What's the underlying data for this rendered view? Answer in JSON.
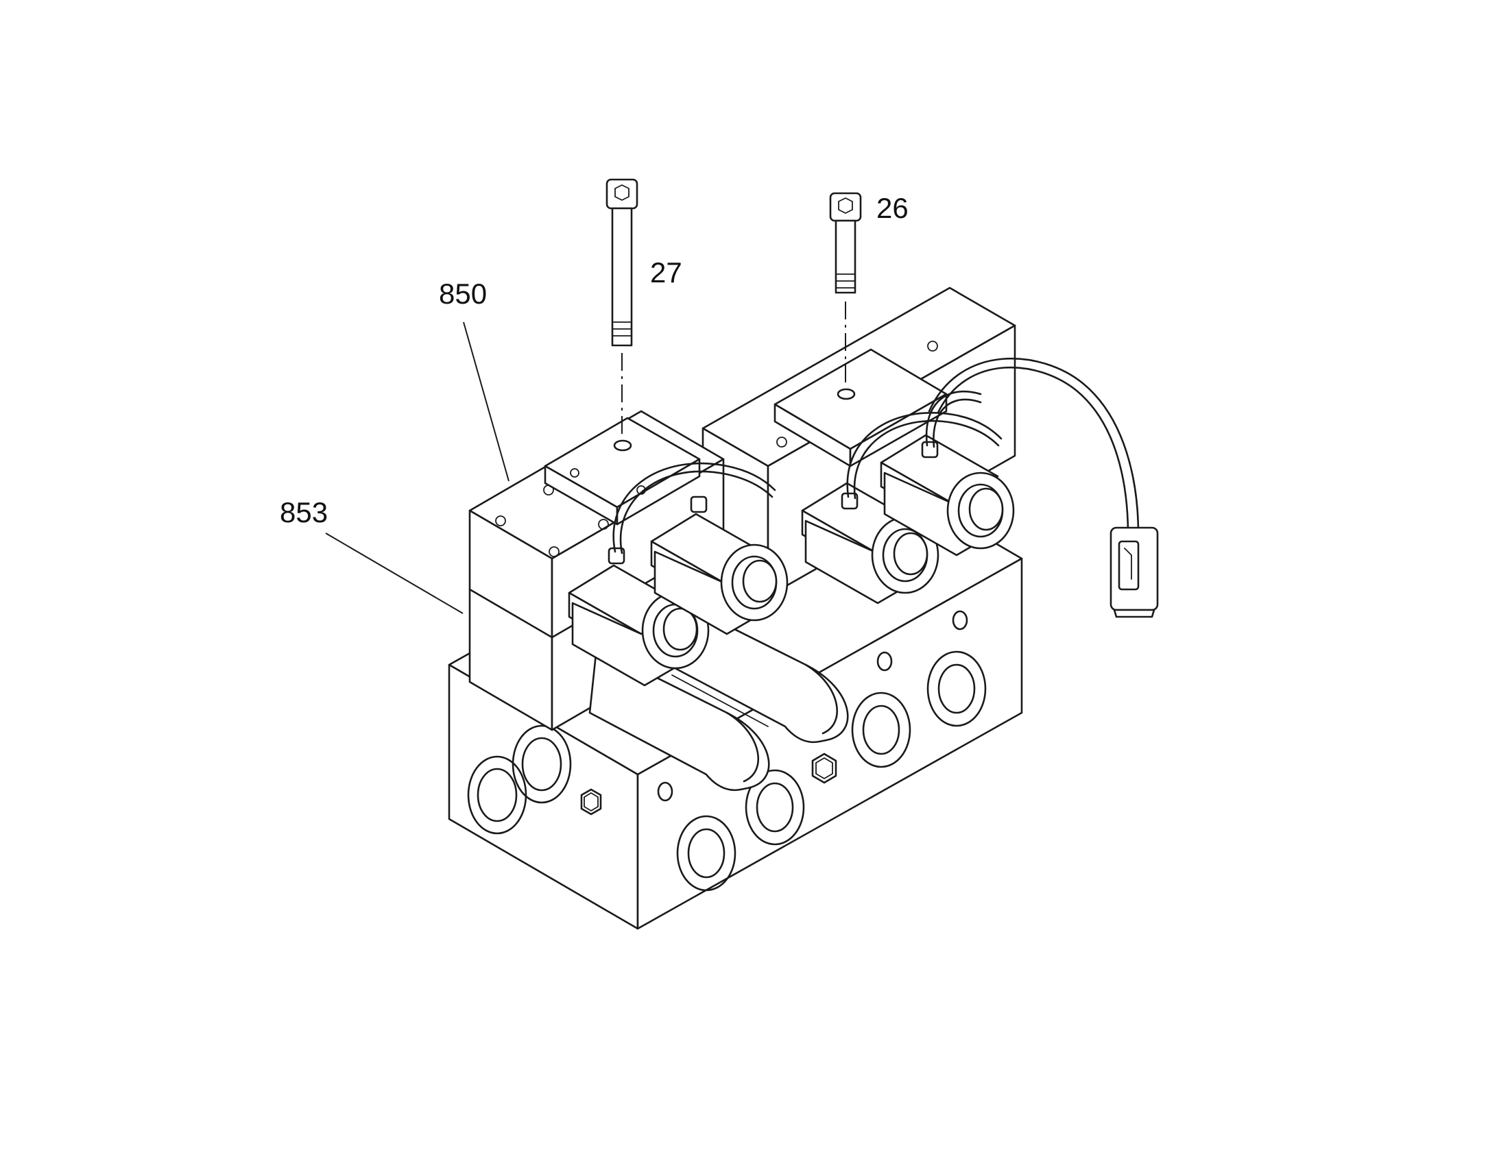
{
  "callouts": [
    {
      "id": "27",
      "label": "27"
    },
    {
      "id": "26",
      "label": "26"
    },
    {
      "id": "850",
      "label": "850"
    },
    {
      "id": "853",
      "label": "853"
    }
  ],
  "colors": {
    "line": "#1a1a1a",
    "background": "#ffffff"
  }
}
